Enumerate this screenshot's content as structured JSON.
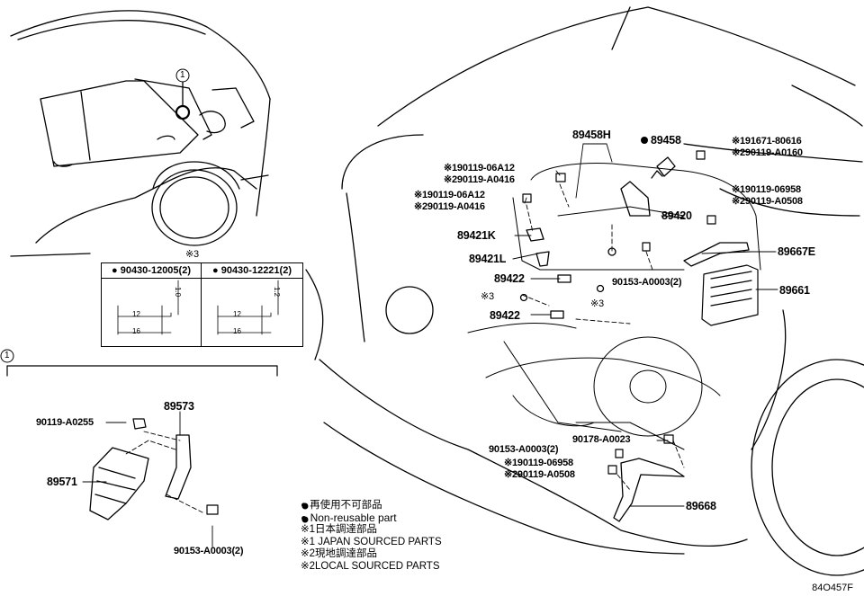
{
  "callouts": {
    "ref1_top": "1",
    "ref1_section": "1",
    "note3_table": "※3",
    "note3_left": "※3",
    "note3_right": "※3"
  },
  "table": {
    "col1": "90430-12005(2)",
    "col2": "90430-12221(2)",
    "dim_12a": "12",
    "dim_16a": "16",
    "dim_10": "1.0",
    "dim_12b": "12",
    "dim_16b": "16",
    "dim_1_2": "1.2"
  },
  "parts": {
    "p89458H": "89458H",
    "p89458": "89458",
    "p91671": "※191671-80616",
    "p90119_a0160": "※290119-A0160",
    "p90119_06a12_a": "※190119-06A12",
    "p90119_a0416_a": "※290119-A0416",
    "p90119_06a12_b": "※190119-06A12",
    "p90119_a0416_b": "※290119-A0416",
    "p90119_06958_top": "※190119-06958",
    "p90119_a0508_top": "※290119-A0508",
    "p89420": "89420",
    "p89421K": "89421K",
    "p89667E": "89667E",
    "p89421L": "89421L",
    "p89422_a": "89422",
    "p90153_a": "90153-A0003(2)",
    "p89661": "89661",
    "p89422_b": "89422",
    "p89573": "89573",
    "p90119_a0255": "90119-A0255",
    "p89571": "89571",
    "p90153_b": "90153-A0003(2)",
    "p90178": "90178-A0023",
    "p90153_c": "90153-A0003(2)",
    "p90119_06958_bot": "※190119-06958",
    "p90119_a0508_bot": "※290119-A0508",
    "p89668": "89668"
  },
  "legend": {
    "jp_nonreuse": "● 再使用不可部品",
    "nonreuse": "● Non-reusable part",
    "jp1": "※1日本調達部品",
    "en1": "※1 JAPAN SOURCED PARTS",
    "jp2": "※2現地調達部品",
    "en2": "※2LOCAL SOURCED PARTS"
  },
  "footer": {
    "code": "84O457F"
  }
}
